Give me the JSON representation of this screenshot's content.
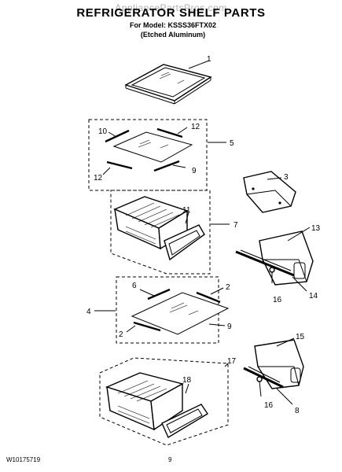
{
  "watermark": "AppliancePartsPros.com",
  "title": "REFRIGERATOR SHELF PARTS",
  "model_line": "For Model: KSSS36FTX02",
  "finish_line": "(Etched Aluminum)",
  "footer": {
    "doc_number": "W10175719",
    "page_number": "9"
  },
  "callouts": {
    "c1": "1",
    "c5": "5",
    "c10": "10",
    "c12a": "12",
    "c12b": "12",
    "c9a": "9",
    "c3": "3",
    "c11": "11",
    "c7": "7",
    "c13": "13",
    "c14": "14",
    "c16a": "16",
    "c6": "6",
    "c2a": "2",
    "c4": "4",
    "c2b": "2",
    "c9b": "9",
    "c15": "15",
    "c17": "17",
    "c18": "18",
    "c16b": "16",
    "c8": "8"
  }
}
